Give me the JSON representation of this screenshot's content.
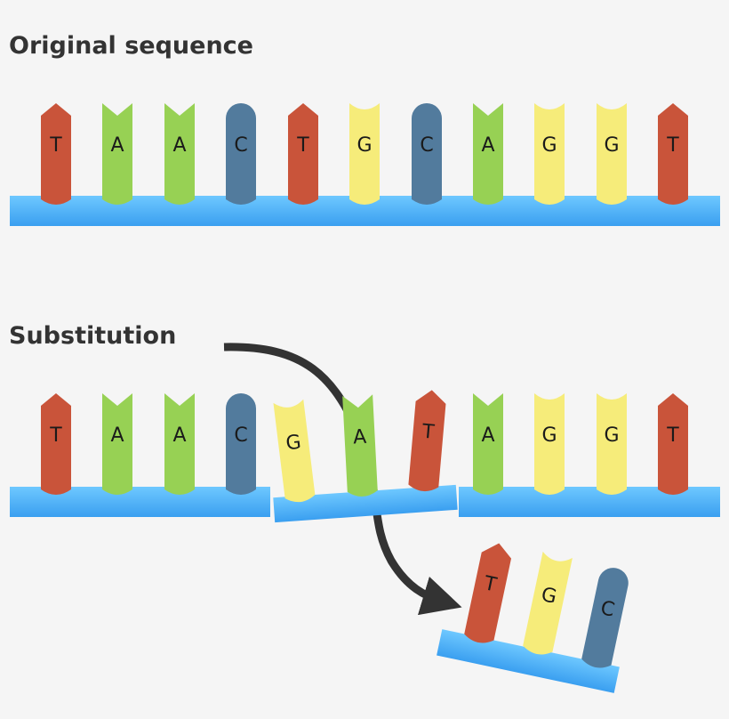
{
  "sections": {
    "original_title": "Original sequence",
    "substitution_title": "Substitution"
  },
  "original_sequence": [
    "T",
    "A",
    "A",
    "C",
    "T",
    "G",
    "C",
    "A",
    "G",
    "G",
    "T"
  ],
  "substituted_left": [
    "T",
    "A",
    "A",
    "C"
  ],
  "inserted_segment": [
    "G",
    "A",
    "T"
  ],
  "substituted_right": [
    "A",
    "G",
    "G",
    "T"
  ],
  "removed_segment": [
    "T",
    "G",
    "C"
  ],
  "colors": {
    "T": "#c9543a",
    "A": "#97d154",
    "C": "#527b9d",
    "G": "#f6ec7a",
    "backbone_top": "#6ec8ff",
    "backbone_bottom": "#3a9ff0",
    "arrow": "#333333",
    "background": "#f5f5f5"
  },
  "icons": {
    "T": "pentagon-arrow-up",
    "A": "notched-v-top",
    "C": "rounded-capsule",
    "G": "concave-cup-top",
    "arrow": "curved-arrow"
  }
}
